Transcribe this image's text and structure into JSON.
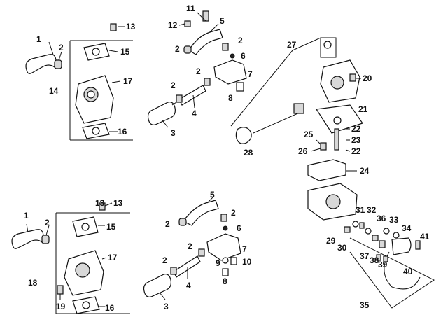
{
  "callouts": [
    "1",
    "2",
    "3",
    "4",
    "5",
    "6",
    "7",
    "8",
    "9",
    "10",
    "11",
    "12",
    "13",
    "14",
    "15",
    "16",
    "17",
    "18",
    "19",
    "20",
    "21",
    "22",
    "23",
    "24",
    "25",
    "26",
    "27",
    "28",
    "29",
    "30",
    "31",
    "32",
    "33",
    "34",
    "35",
    "36",
    "37",
    "38",
    "39",
    "40",
    "41"
  ],
  "colors": {
    "line": "#111111",
    "paper": "#ffffff",
    "fill": "#d8d8d8"
  }
}
